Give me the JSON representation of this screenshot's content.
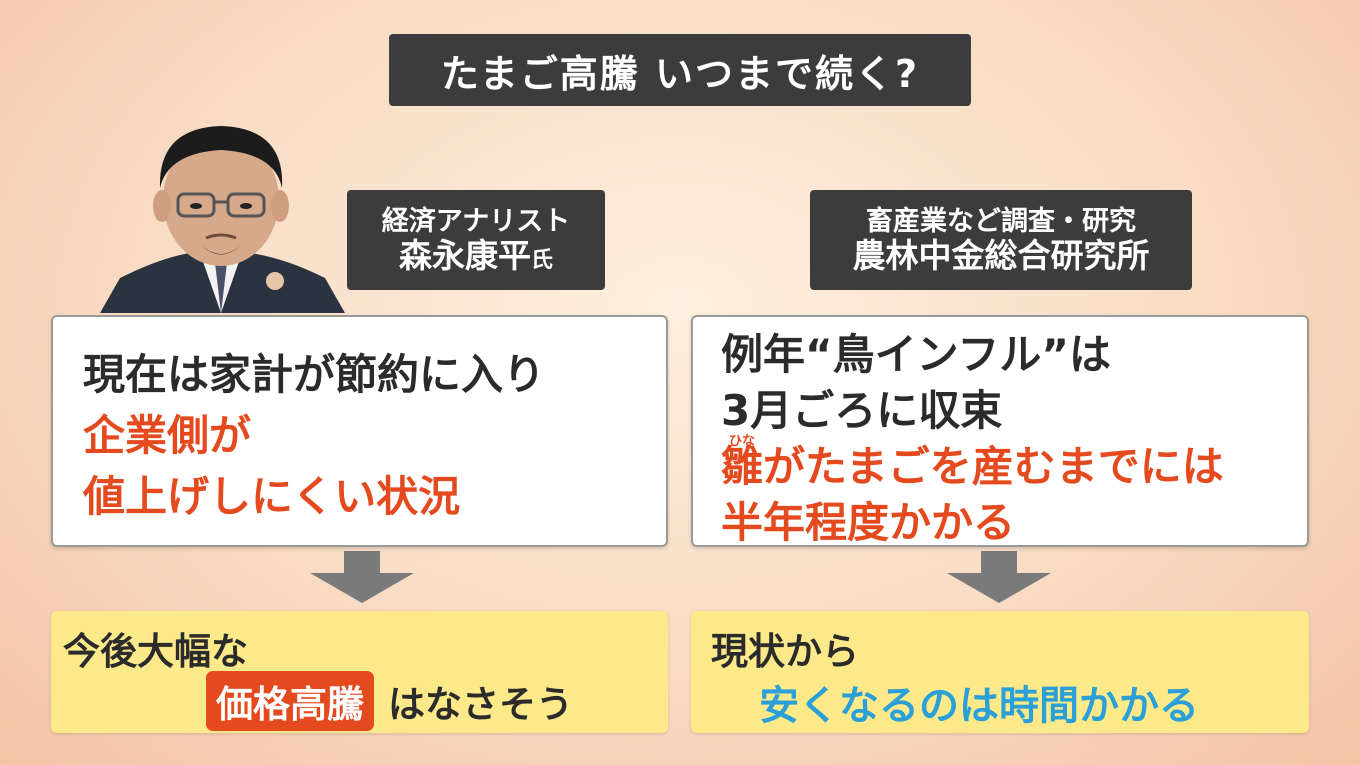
{
  "title": "たまご高騰 いつまで続く?",
  "left_label": {
    "line1": "経済アナリスト",
    "name": "森永康平",
    "suffix": "氏"
  },
  "right_label": {
    "line1": "畜産業など調査・研究",
    "line2": "農林中金総合研究所"
  },
  "left_quote": {
    "line1": "現在は家計が節約に入り",
    "line2": "企業側が",
    "line3": "値上げしにくい状況"
  },
  "right_quote": {
    "line1": "例年“鳥インフル”は",
    "line2": "3月ごろに収束",
    "ruby_base": "雛",
    "ruby_reading": "ひな",
    "line3_rest": "がたまごを産むまでには",
    "line4": "半年程度かかる"
  },
  "left_result": {
    "line1": "今後大幅な",
    "highlight": "価格高騰",
    "after": "はなさそう"
  },
  "right_result": {
    "line1": "現状から",
    "line2": "安くなるのは時間かかる"
  },
  "colors": {
    "accent_red": "#e54a1f",
    "accent_blue": "#2a9fd8",
    "panel_dark": "#3c3c3c",
    "result_yellow": "#fbe98a"
  }
}
